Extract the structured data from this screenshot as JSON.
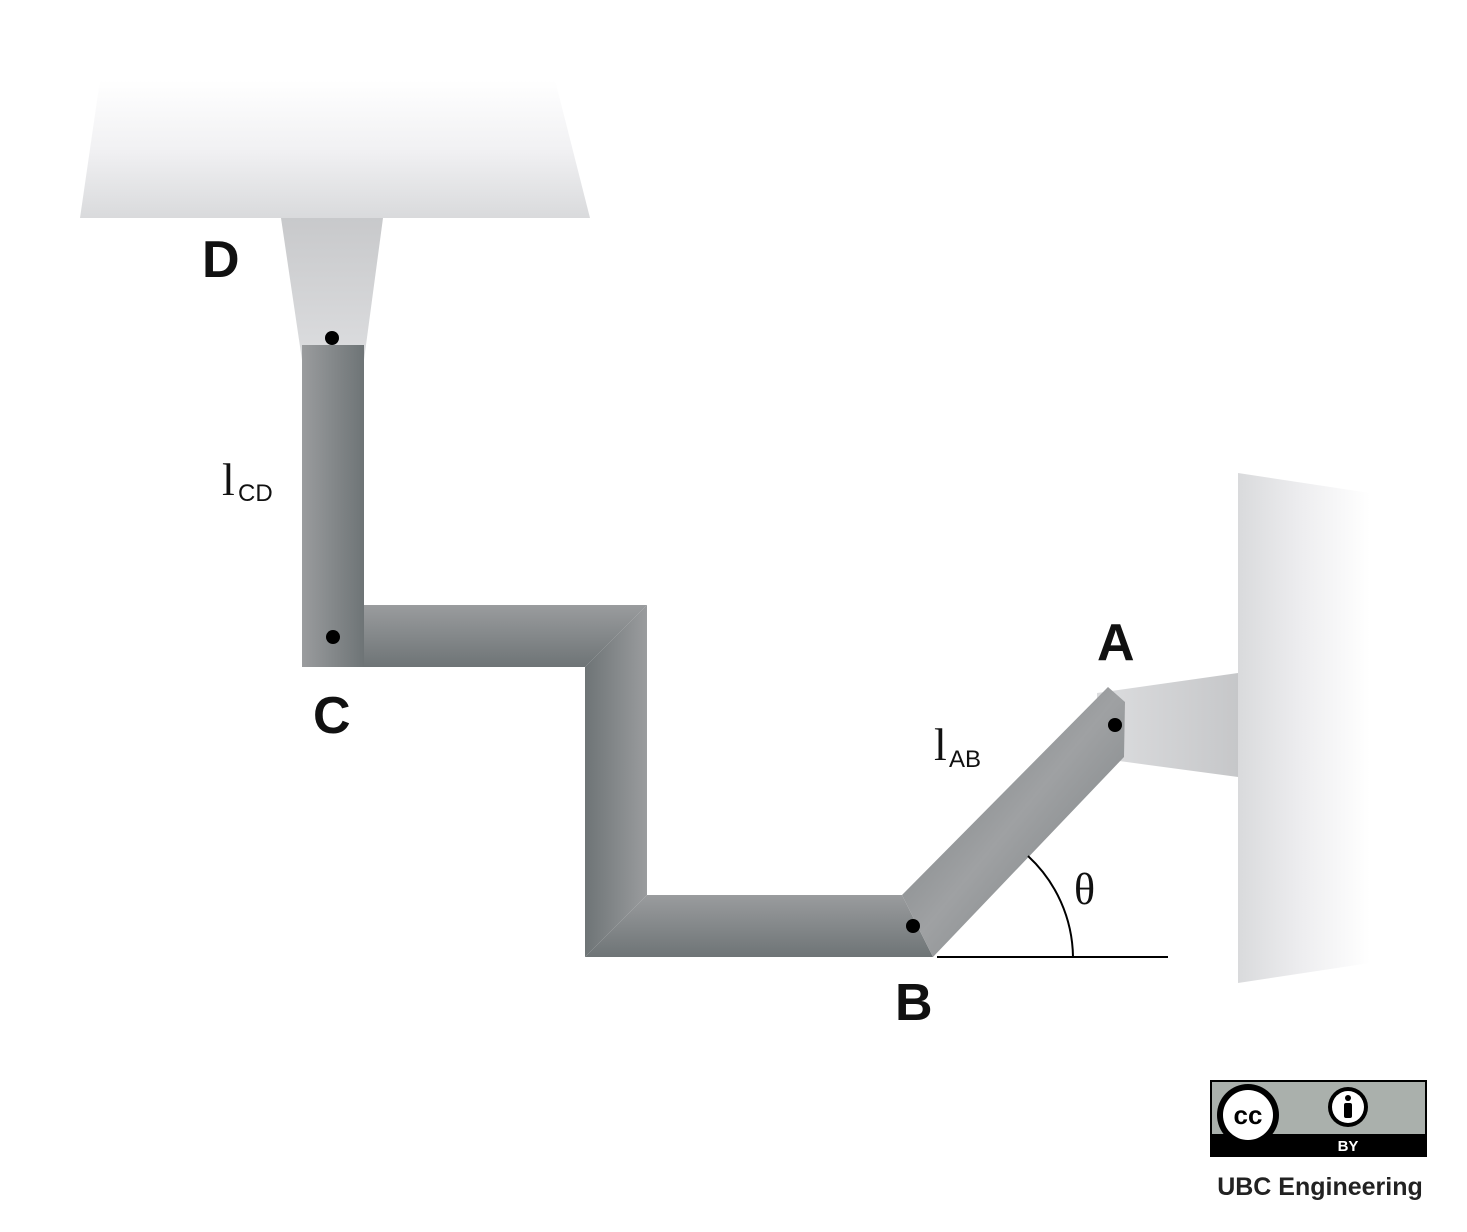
{
  "labels": {
    "point_a": "A",
    "point_b": "B",
    "point_c": "C",
    "point_d": "D",
    "length_ab_main": "l",
    "length_ab_sub": "AB",
    "length_cd_main": "l",
    "length_cd_sub": "CD",
    "angle": "θ"
  },
  "license": {
    "cc": "cc",
    "by": "BY",
    "organization": "UBC Engineering"
  },
  "colors": {
    "member_light": "#9c9ea0",
    "member_dark": "#6f7577",
    "support_light": "#f4f4f6",
    "support_dark": "#d9dadc",
    "bracket": "#cfd0d2"
  }
}
